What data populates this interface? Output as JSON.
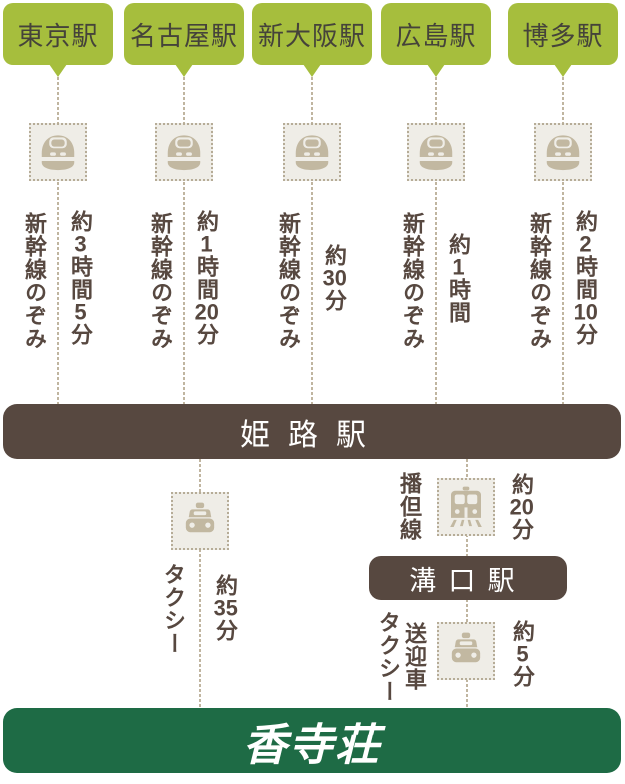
{
  "colors": {
    "bubble_green": "#a6be3d",
    "bar_brown": "#574840",
    "text_brown": "#574840",
    "icon_beige": "#c2b8a1",
    "icon_box_bg": "#efede7",
    "dotted_line": "#c0b5a0",
    "destination_green": "#1e6b45"
  },
  "origin_stations": [
    {
      "name": "東京駅",
      "transport": "新幹線のぞみ",
      "duration": "約3時間5分"
    },
    {
      "name": "名古屋駅",
      "transport": "新幹線のぞみ",
      "duration": "約1時間20分"
    },
    {
      "name": "新大阪駅",
      "transport": "新幹線のぞみ",
      "duration": "約30分"
    },
    {
      "name": "広島駅",
      "transport": "新幹線のぞみ",
      "duration": "約1時間"
    },
    {
      "name": "博多駅",
      "transport": "新幹線のぞみ",
      "duration": "約2時間10分"
    }
  ],
  "hub_station": {
    "name": "姫路駅"
  },
  "taxi_route": {
    "transport": "タクシー",
    "duration": "約35分"
  },
  "local_train_route": {
    "line": "播但線",
    "duration": "約20分",
    "arrival_station": "溝口駅"
  },
  "shuttle_route": {
    "transport_lines": [
      "送迎車",
      "タクシー"
    ],
    "duration": "約5分"
  },
  "destination": {
    "name": "香寺荘"
  },
  "icons": {
    "shinkansen": "shinkansen-front-icon",
    "local_train": "local-train-front-icon",
    "taxi": "taxi-front-icon"
  }
}
